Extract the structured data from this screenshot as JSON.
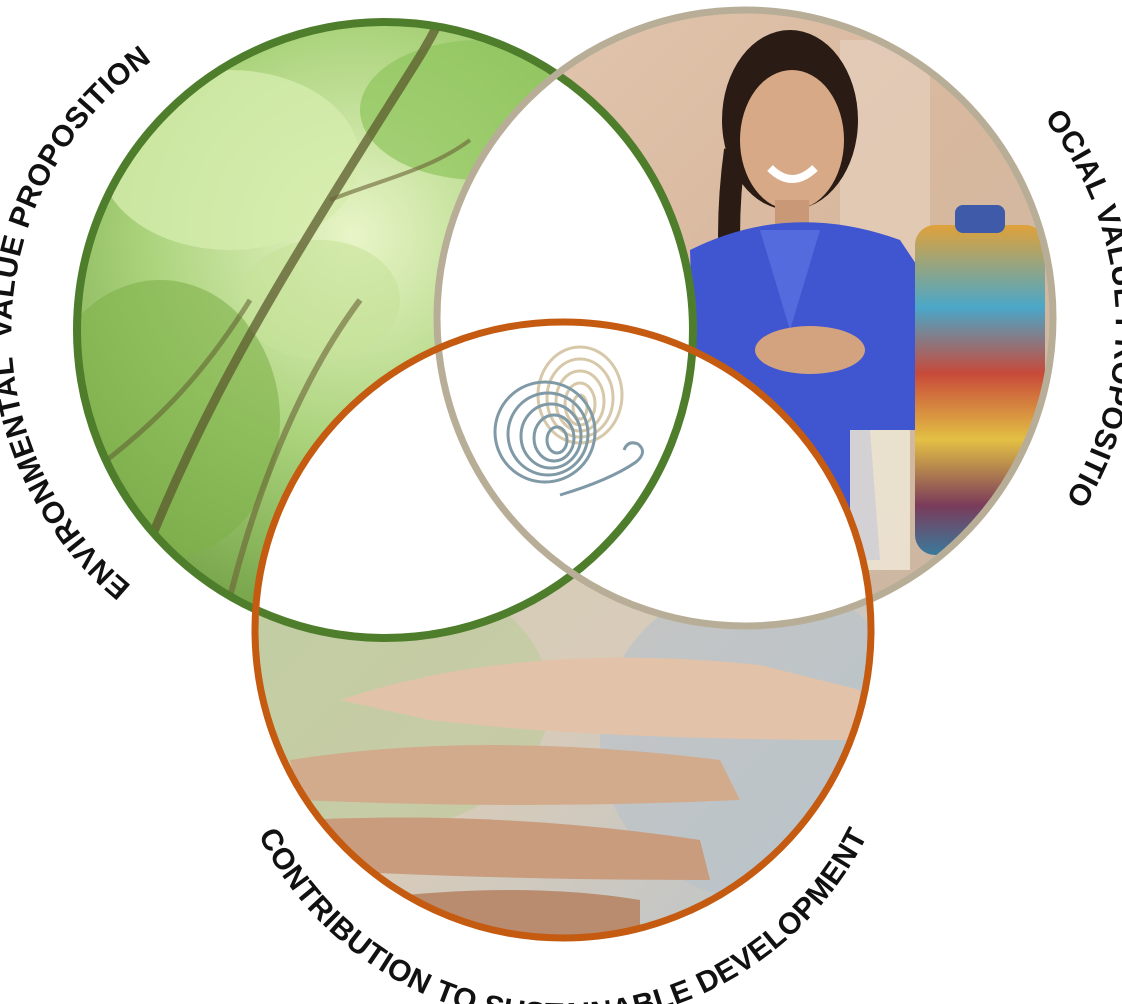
{
  "colors": {
    "environmental": "#4e7e2b",
    "social": "#b8ae98",
    "sustainable": "#c55a11",
    "forest_light": "#c9e6a0",
    "forest_dark": "#5d8a2e",
    "skin": "#d9b494",
    "blouse": "#3a52c8",
    "logo_blue": "#7f9aa6",
    "logo_sand": "#d6c8a8"
  },
  "labels": {
    "environmental": "ENVIRONMENTAL  VALUE PROPOSITION",
    "social": "SOCIAL VALUE PROPOSITION",
    "sustainable": "CONTRIBUTION TO SUSTAINABLE DEVELOPMENT"
  },
  "photos": {
    "environmental": "forest-canopy-photo",
    "social": "smiling-woman-with-woven-basket-photo",
    "sustainable": "stacked-hands-teamwork-photo"
  },
  "center_logo": "fingerprint-butterfly-logo"
}
